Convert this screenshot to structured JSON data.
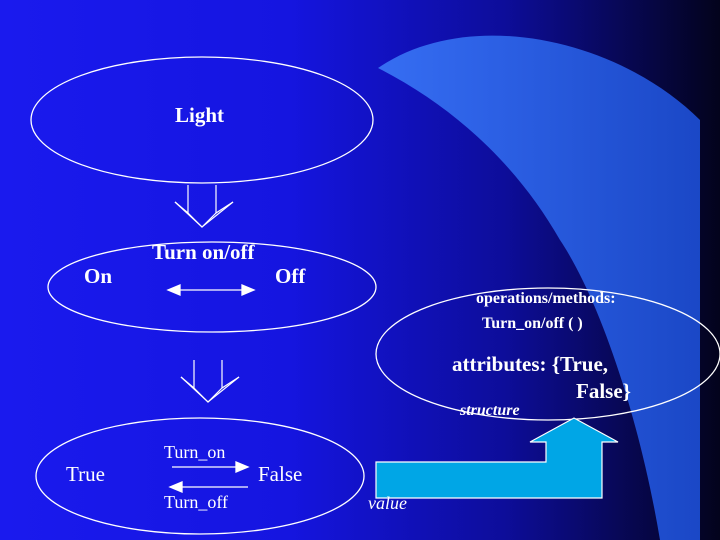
{
  "diagram": {
    "light_label": "Light",
    "turn_label": "Turn on/off",
    "on_label": "On",
    "off_label": "Off",
    "operations_label": "operations/methods:",
    "operations_value": "Turn_on/off ( )",
    "attributes_line1": "attributes: {True,",
    "attributes_line2": "False}",
    "structure_label": "structure",
    "turn_on_label": "Turn_on",
    "turn_off_label": "Turn_off",
    "true_label": "True",
    "false_label": "False",
    "value_label": "value"
  },
  "colors": {
    "background_left": "#1a1aee",
    "background_right": "#03031c",
    "outline": "#ffffff",
    "accent_band": "#2f6ff5",
    "arrow_fill": "#00a6e6"
  }
}
